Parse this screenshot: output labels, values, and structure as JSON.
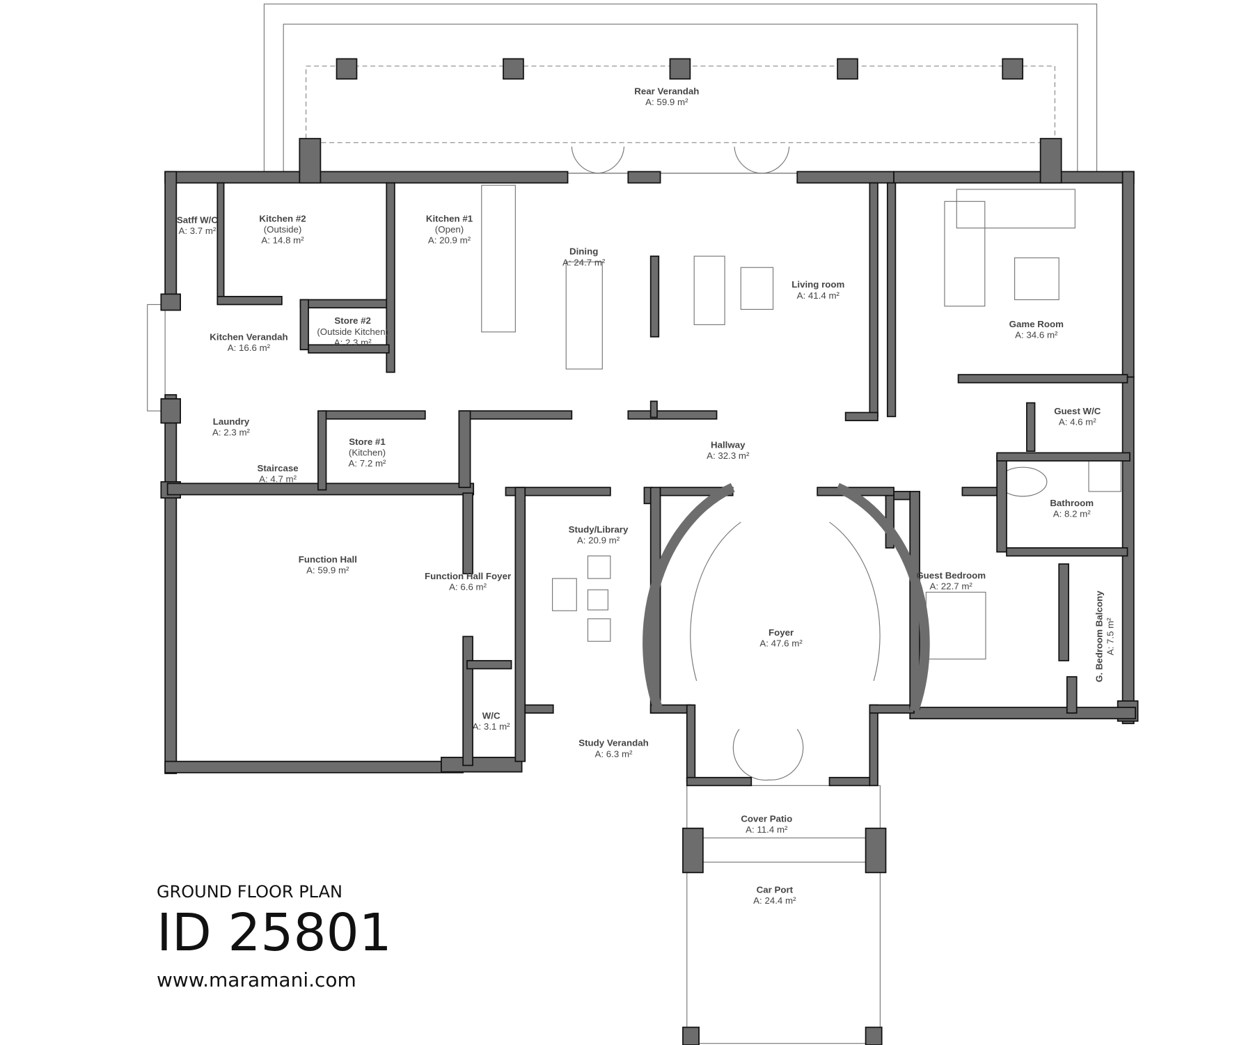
{
  "plan": {
    "caption": "GROUND FLOOR PLAN",
    "plan_id": "ID 25801",
    "website": "www.maramani.com",
    "colors": {
      "wall": "#6d6d6d",
      "outline": "#111111",
      "label": "#444444"
    },
    "rooms": [
      {
        "name": "Rear Verandah",
        "area": "A: 59.9 m²"
      },
      {
        "name": "Satff W/C",
        "area": "A: 3.7 m²"
      },
      {
        "name": "Kitchen #2",
        "sub": "(Outside)",
        "area": "A: 14.8 m²"
      },
      {
        "name": "Kitchen #1",
        "sub": "(Open)",
        "area": "A: 20.9 m²"
      },
      {
        "name": "Dining",
        "area": "A: 24.7 m²"
      },
      {
        "name": "Living room",
        "area": "A: 41.4 m²"
      },
      {
        "name": "Game Room",
        "area": "A: 34.6 m²"
      },
      {
        "name": "Kitchen Verandah",
        "area": "A: 16.6 m²"
      },
      {
        "name": "Store #2",
        "sub": "(Outside Kitchen)",
        "area": "A: 2.3 m²"
      },
      {
        "name": "Laundry",
        "area": "A: 2.3 m²"
      },
      {
        "name": "Store #1",
        "sub": "(Kitchen)",
        "area": "A: 7.2 m²"
      },
      {
        "name": "Hallway",
        "area": "A: 32.3 m²"
      },
      {
        "name": "Guest W/C",
        "area": "A: 4.6 m²"
      },
      {
        "name": "Staircase",
        "area": "A: 4.7 m²"
      },
      {
        "name": "Bathroom",
        "area": "A: 8.2 m²"
      },
      {
        "name": "Study/Library",
        "area": "A: 20.9 m²"
      },
      {
        "name": "Function Hall",
        "area": "A: 59.9 m²"
      },
      {
        "name": "Function Hall Foyer",
        "area": "A: 6.6 m²"
      },
      {
        "name": "Guest Bedroom",
        "area": "A: 22.7 m²"
      },
      {
        "name": "G. Bedroom Balcony",
        "area": "A: 7.5 m²"
      },
      {
        "name": "Foyer",
        "area": "A: 47.6 m²"
      },
      {
        "name": "W/C",
        "area": "A: 3.1 m²"
      },
      {
        "name": "Study Verandah",
        "area": "A: 6.3 m²"
      },
      {
        "name": "Cover Patio",
        "area": "A: 11.4 m²"
      },
      {
        "name": "Car Port",
        "area": "A: 24.4 m²"
      }
    ]
  }
}
